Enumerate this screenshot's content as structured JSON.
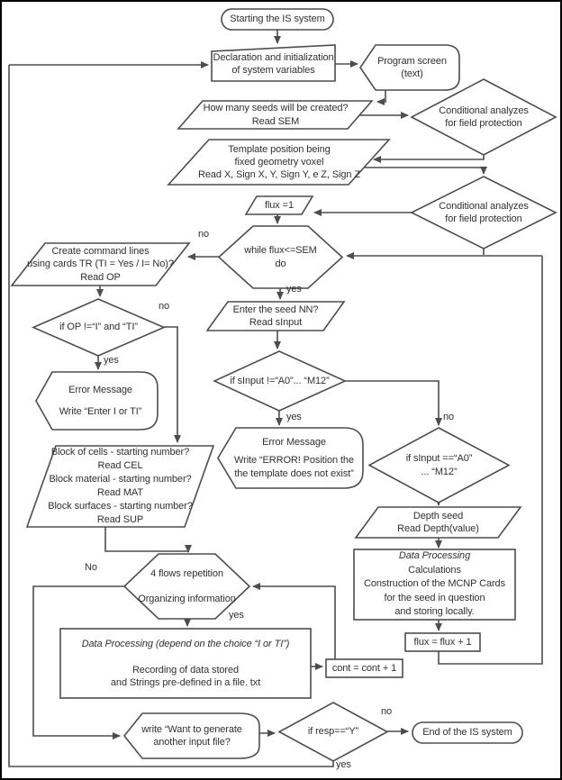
{
  "diagram": {
    "title": "IS system flowchart",
    "colors": {
      "background": "#ffffff",
      "line": "#4d4d4d",
      "text": "#303030",
      "border": "#000000"
    },
    "nodes": {
      "start": {
        "label": "Starting the IS system"
      },
      "declaration": {
        "lines": [
          "Declaration  and initialization",
          "of system variables"
        ]
      },
      "program_screen": {
        "lines": [
          "Program  screen",
          "(text)"
        ]
      },
      "seeds": {
        "lines": [
          "How many seeds will be created?",
          "Read SEM"
        ]
      },
      "conditional1": {
        "lines": [
          "Conditional  analyzes",
          "for field protection"
        ]
      },
      "template": {
        "lines": [
          "Template  position  being",
          "fixed geometry voxel",
          "Read X, Sign X, Y, Sign Y, e Z, Sign Z"
        ]
      },
      "conditional2": {
        "lines": [
          "Conditional  analyzes",
          "for field protection"
        ]
      },
      "flux_init": {
        "label": "flux =1"
      },
      "while_loop": {
        "lines": [
          "while  flux<=SEM",
          "do"
        ]
      },
      "create_cmd": {
        "lines": [
          "Create command  lines",
          "using cards TR (TI = Yes / I= No)?",
          "Read OP"
        ]
      },
      "enter_seed": {
        "lines": [
          "Enter the seed NN?",
          "Read sInput"
        ]
      },
      "if_op": {
        "label": "if OP !=“I” and “TI”"
      },
      "error_op": {
        "title_line": "Error Message",
        "body": "Write “Enter I or TI”"
      },
      "if_sinput_ne": {
        "label": "if sInput !=“A0”... “M12”"
      },
      "error_sinput": {
        "title_line": "Error Message",
        "body": [
          "Write “ERROR! Position the",
          "the template does not exist”"
        ]
      },
      "if_sinput_eq": {
        "lines": [
          "if sInput ==“A0”",
          "... “M12”"
        ]
      },
      "blocks": {
        "lines": [
          "Block of cells - starting number?",
          "Read CEL",
          "Block material - starting number?",
          "Read MAT",
          "Block surfaces - starting number?",
          "Read SUP"
        ]
      },
      "depth": {
        "lines": [
          "Depth seed",
          "Read Depth(value)"
        ]
      },
      "mcnp": {
        "title_line": "Data Processing",
        "body": [
          "Calculations",
          "Construction of the MCNP  Cards",
          "for the seed in question",
          "and storing  locally."
        ]
      },
      "flows": {
        "line1": "4 flows repetition",
        "line2": "Organizing information"
      },
      "dataproc": {
        "title_line": "Data Processing (depend on the choice “I or TI”)",
        "body": [
          "Recording of data stored",
          "and Strings pre-defined in a file. txt"
        ]
      },
      "flux_inc": {
        "label": "flux = flux + 1"
      },
      "cont_inc": {
        "label": "cont = cont + 1"
      },
      "write_prompt": {
        "lines": [
          "write “Want to generate",
          "another input file?"
        ]
      },
      "if_resp": {
        "label": "if resp==“Y”"
      },
      "end": {
        "label": "End of the IS system"
      }
    },
    "branch_labels": {
      "while_no": "no",
      "while_yes": "yes",
      "op_no": "no",
      "op_yes": "yes",
      "sinput_yes": "yes",
      "sinput_no": "no",
      "flows_no": "No",
      "flows_yes": "yes",
      "resp_no": "no",
      "resp_yes": "yes"
    }
  }
}
